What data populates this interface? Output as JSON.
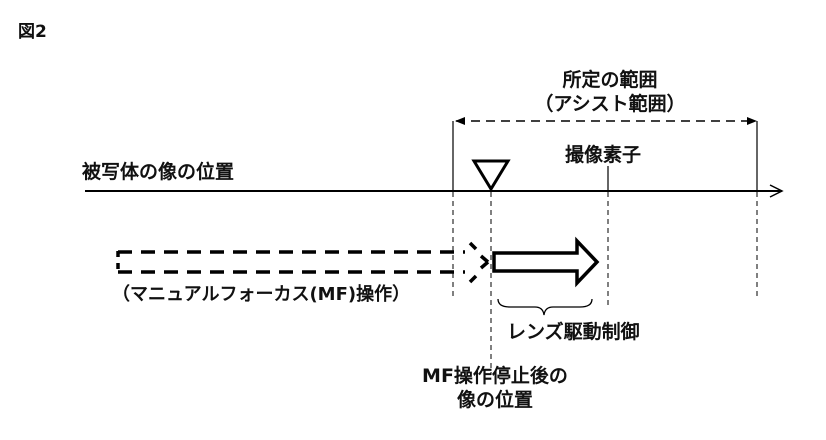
{
  "figure_label": "図2",
  "range": {
    "title_line1": "所定の範囲",
    "title_line2": "（アシスト範囲）"
  },
  "axis": {
    "label": "被写体の像の位置"
  },
  "sensor": {
    "label": "撮像素子"
  },
  "mf_operation": {
    "label": "（マニュアルフォーカス(MF)操作）"
  },
  "lens_drive": {
    "label": "レンズ駆動制御"
  },
  "stop_position": {
    "line1": "MF操作停止後の",
    "line2": "像の位置"
  },
  "colors": {
    "ink": "#000000",
    "background": "#ffffff"
  }
}
